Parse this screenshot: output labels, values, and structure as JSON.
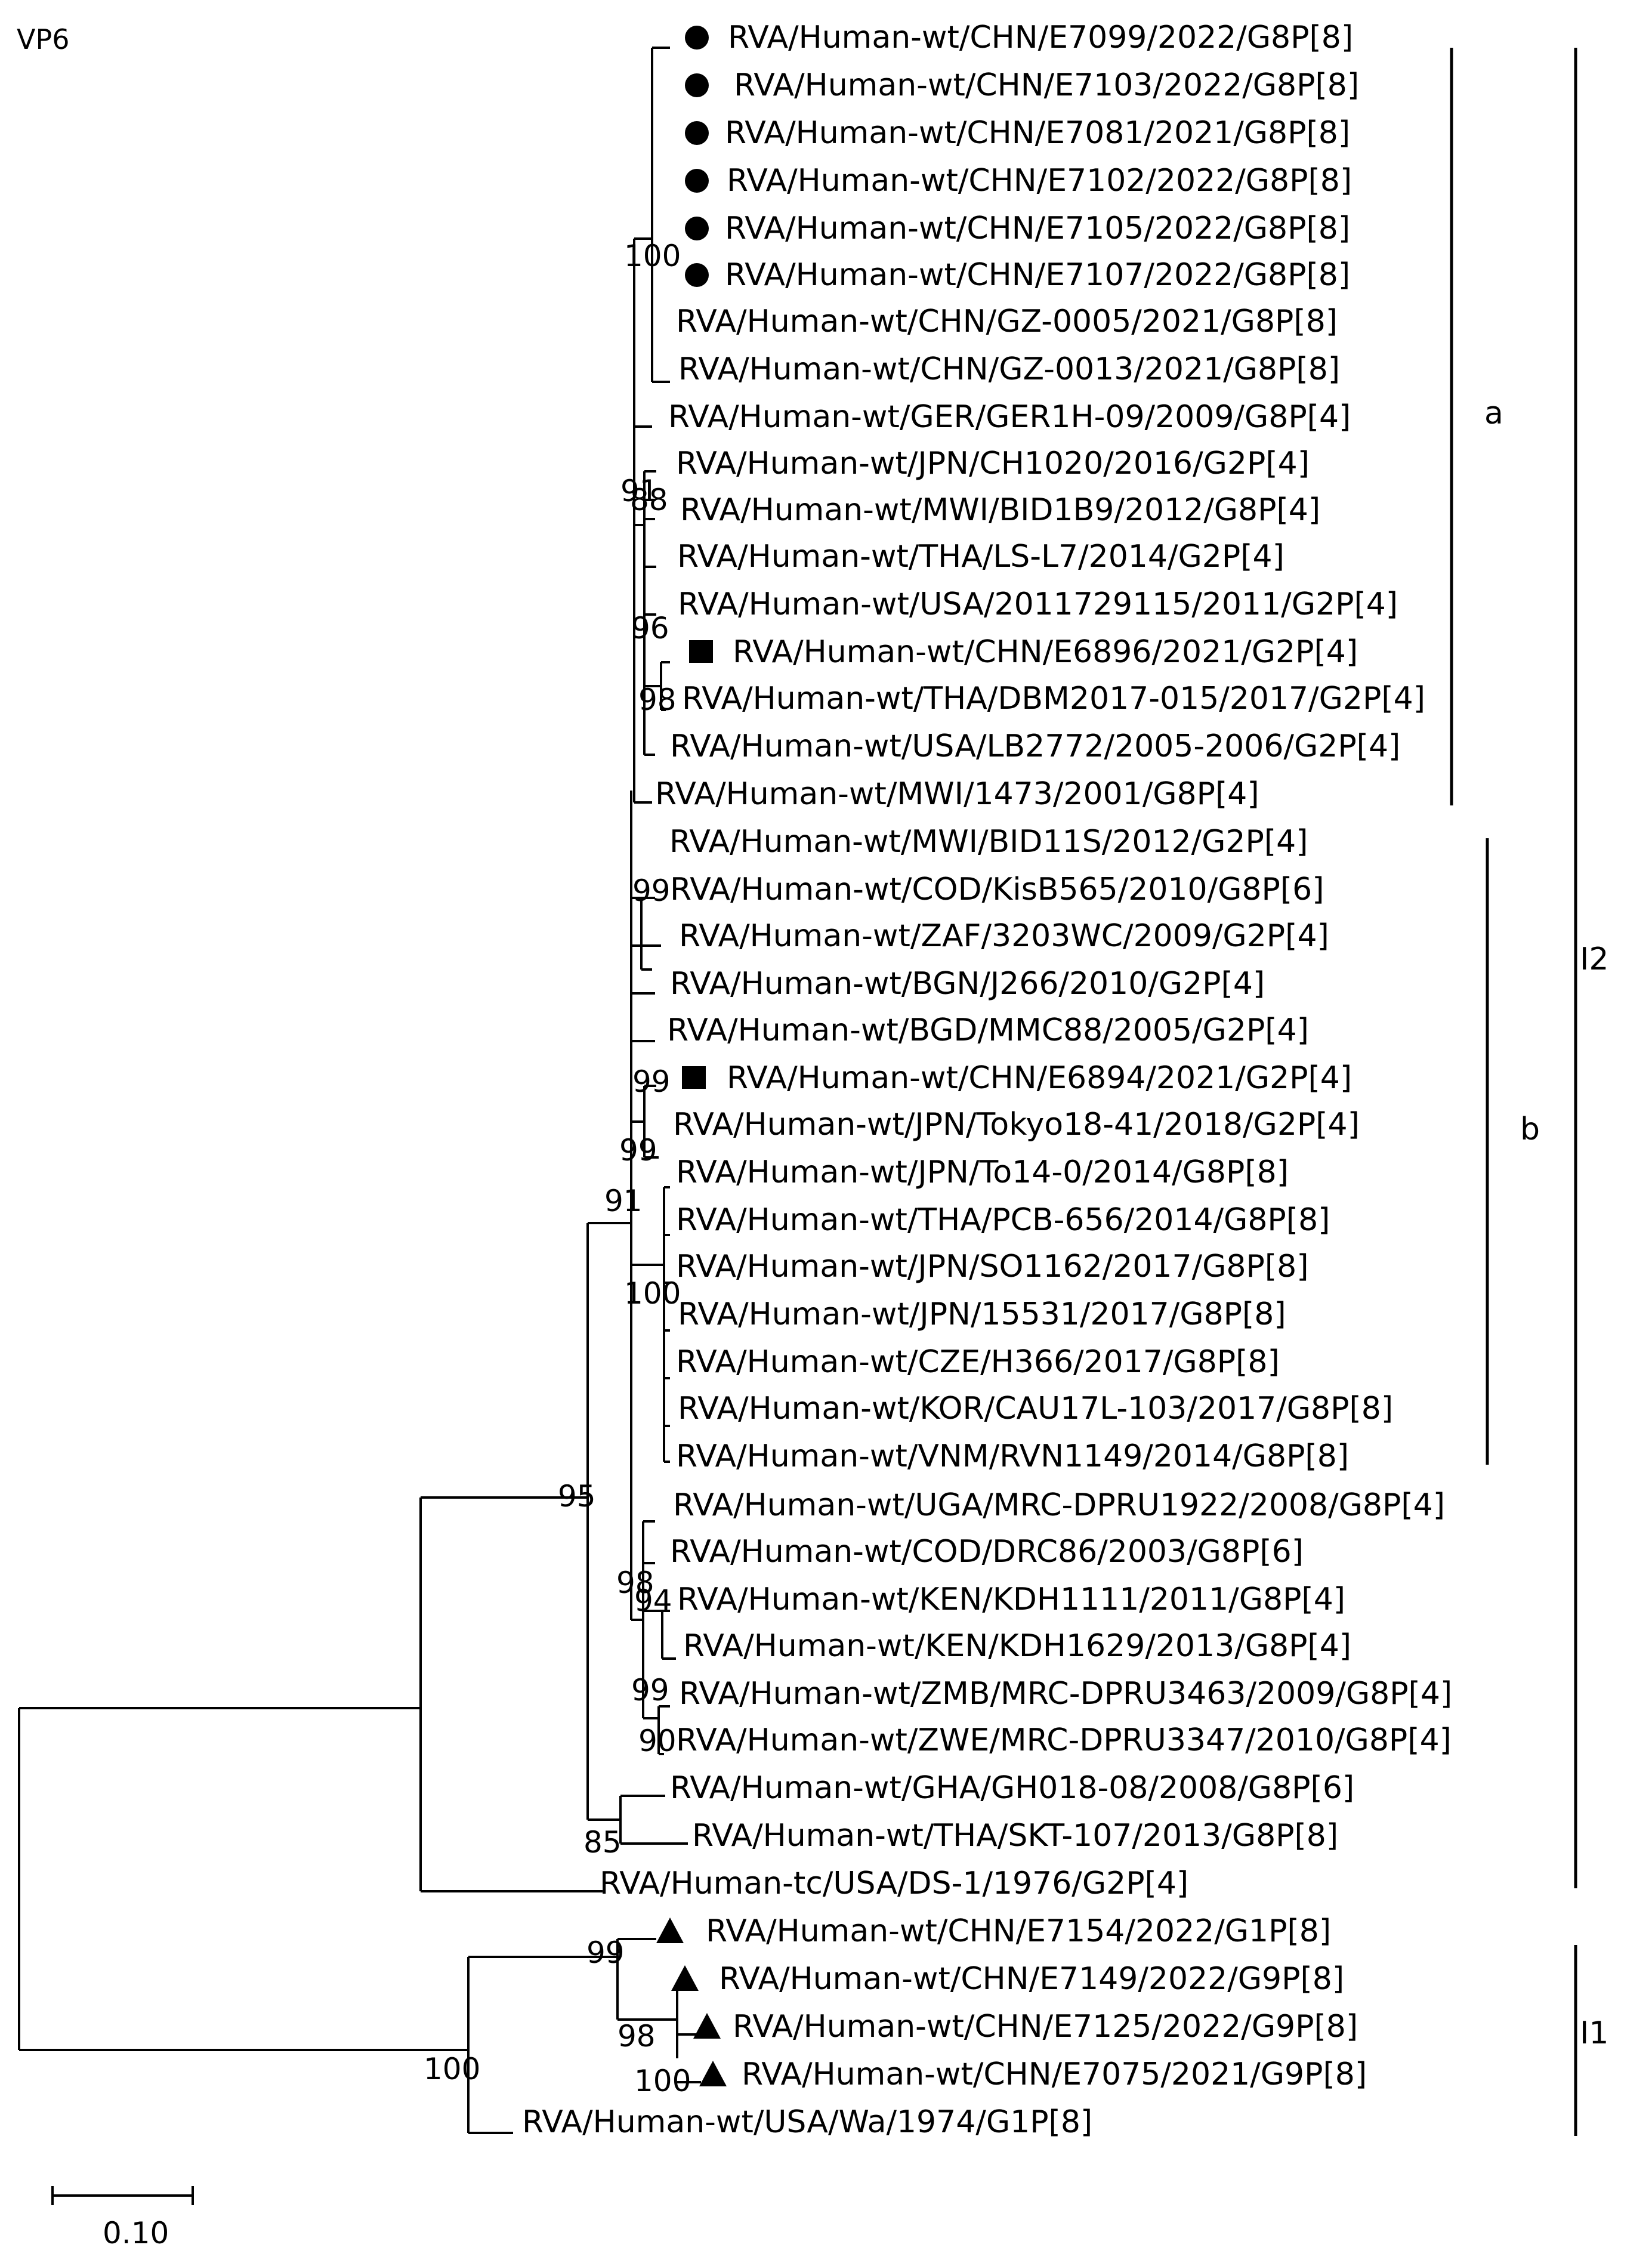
{
  "title": "VP6",
  "scale_bar": {
    "value": 0.1,
    "label": "0.10"
  },
  "leaves": [
    {
      "label": "RVA/Human-wt/CHN/E7099/2022/G8P[8]",
      "marker": "circle"
    },
    {
      "label": "RVA/Human-wt/CHN/E7103/2022/G8P[8]",
      "marker": "circle"
    },
    {
      "label": "RVA/Human-wt/CHN/E7081/2021/G8P[8]",
      "marker": "circle"
    },
    {
      "label": "RVA/Human-wt/CHN/E7102/2022/G8P[8]",
      "marker": "circle"
    },
    {
      "label": "RVA/Human-wt/CHN/E7105/2022/G8P[8]",
      "marker": "circle"
    },
    {
      "label": "RVA/Human-wt/CHN/E7107/2022/G8P[8]",
      "marker": "circle"
    },
    {
      "label": "RVA/Human-wt/CHN/GZ-0005/2021/G8P[8]",
      "marker": ""
    },
    {
      "label": "RVA/Human-wt/CHN/GZ-0013/2021/G8P[8]",
      "marker": ""
    },
    {
      "label": "RVA/Human-wt/GER/GER1H-09/2009/G8P[4]",
      "marker": ""
    },
    {
      "label": "RVA/Human-wt/JPN/CH1020/2016/G2P[4]",
      "marker": ""
    },
    {
      "label": "RVA/Human-wt/MWI/BID1B9/2012/G8P[4]",
      "marker": ""
    },
    {
      "label": "RVA/Human-wt/THA/LS-L7/2014/G2P[4]",
      "marker": ""
    },
    {
      "label": "RVA/Human-wt/USA/2011729115/2011/G2P[4]",
      "marker": ""
    },
    {
      "label": "RVA/Human-wt/CHN/E6896/2021/G2P[4]",
      "marker": "square"
    },
    {
      "label": "RVA/Human-wt/THA/DBM2017-015/2017/G2P[4]",
      "marker": ""
    },
    {
      "label": "RVA/Human-wt/USA/LB2772/2005-2006/G2P[4]",
      "marker": ""
    },
    {
      "label": "RVA/Human-wt/MWI/1473/2001/G8P[4]",
      "marker": ""
    },
    {
      "label": "RVA/Human-wt/MWI/BID11S/2012/G2P[4]",
      "marker": ""
    },
    {
      "label": "RVA/Human-wt/COD/KisB565/2010/G8P[6]",
      "marker": ""
    },
    {
      "label": "RVA/Human-wt/ZAF/3203WC/2009/G2P[4]",
      "marker": ""
    },
    {
      "label": "RVA/Human-wt/BGN/J266/2010/G2P[4]",
      "marker": ""
    },
    {
      "label": "RVA/Human-wt/BGD/MMC88/2005/G2P[4]",
      "marker": ""
    },
    {
      "label": "RVA/Human-wt/CHN/E6894/2021/G2P[4]",
      "marker": "square"
    },
    {
      "label": "RVA/Human-wt/JPN/Tokyo18-41/2018/G2P[4]",
      "marker": ""
    },
    {
      "label": "RVA/Human-wt/JPN/To14-0/2014/G8P[8]",
      "marker": ""
    },
    {
      "label": "RVA/Human-wt/THA/PCB-656/2014/G8P[8]",
      "marker": ""
    },
    {
      "label": "RVA/Human-wt/JPN/SO1162/2017/G8P[8]",
      "marker": ""
    },
    {
      "label": "RVA/Human-wt/JPN/15531/2017/G8P[8]",
      "marker": ""
    },
    {
      "label": "RVA/Human-wt/CZE/H366/2017/G8P[8]",
      "marker": ""
    },
    {
      "label": "RVA/Human-wt/KOR/CAU17L-103/2017/G8P[8]",
      "marker": ""
    },
    {
      "label": "RVA/Human-wt/VNM/RVN1149/2014/G8P[8]",
      "marker": ""
    },
    {
      "label": "RVA/Human-wt/UGA/MRC-DPRU1922/2008/G8P[4]",
      "marker": ""
    },
    {
      "label": "RVA/Human-wt/COD/DRC86/2003/G8P[6]",
      "marker": ""
    },
    {
      "label": "RVA/Human-wt/KEN/KDH1111/2011/G8P[4]",
      "marker": ""
    },
    {
      "label": "RVA/Human-wt/KEN/KDH1629/2013/G8P[4]",
      "marker": ""
    },
    {
      "label": "RVA/Human-wt/ZMB/MRC-DPRU3463/2009/G8P[4]",
      "marker": ""
    },
    {
      "label": "RVA/Human-wt/ZWE/MRC-DPRU3347/2010/G8P[4]",
      "marker": ""
    },
    {
      "label": "RVA/Human-wt/GHA/GH018-08/2008/G8P[6]",
      "marker": ""
    },
    {
      "label": "RVA/Human-wt/THA/SKT-107/2013/G8P[8]",
      "marker": ""
    },
    {
      "label": "RVA/Human-tc/USA/DS-1/1976/G2P[4]",
      "marker": ""
    },
    {
      "label": "RVA/Human-wt/CHN/E7154/2022/G1P[8]",
      "marker": "triangle"
    },
    {
      "label": "RVA/Human-wt/CHN/E7149/2022/G9P[8]",
      "marker": "triangle"
    },
    {
      "label": "RVA/Human-wt/CHN/E7125/2022/G9P[8]",
      "marker": "triangle"
    },
    {
      "label": "RVA/Human-wt/CHN/E7075/2021/G9P[8]",
      "marker": "triangle"
    },
    {
      "label": "RVA/Human-wt/USA/Wa/1974/G1P[8]",
      "marker": ""
    }
  ],
  "bootstrap": [
    "100",
    "91",
    "88",
    "96",
    "98",
    "99",
    "99",
    "99",
    "91",
    "100",
    "95",
    "98",
    "94",
    "99",
    "90",
    "85",
    "99",
    "98",
    "100",
    "100"
  ],
  "clades": [
    {
      "label": "a"
    },
    {
      "label": "b"
    },
    {
      "label": "I2"
    },
    {
      "label": "I1"
    }
  ]
}
